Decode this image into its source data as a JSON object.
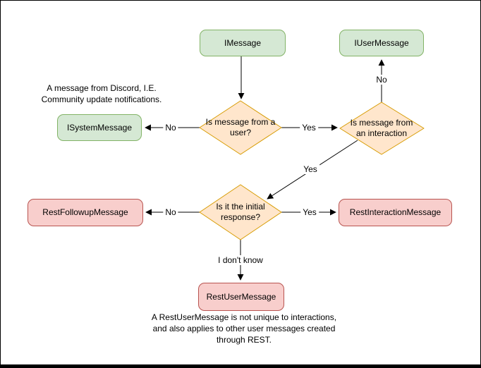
{
  "colors": {
    "green_fill": "#d5e8d4",
    "green_stroke": "#82b366",
    "orange_fill": "#ffe6cc",
    "orange_stroke": "#d79b00",
    "red_fill": "#f8cecc",
    "red_stroke": "#b85450",
    "edge_color": "#000000",
    "canvas_bg": "#ffffff",
    "canvas_border": "#000000"
  },
  "nodes": {
    "imessage": {
      "label": "IMessage"
    },
    "iusermessage": {
      "label": "IUserMessage"
    },
    "isystemmessage": {
      "label": "ISystemMessage"
    },
    "decision_from_user": {
      "label": "Is message from a user?"
    },
    "decision_from_interaction": {
      "label": "Is message from an interaction"
    },
    "decision_initial_response": {
      "label": "Is it the initial response?"
    },
    "restfollowupmessage": {
      "label": "RestFollowupMessage"
    },
    "restinteractionmessage": {
      "label": "RestInteractionMessage"
    },
    "restusermessage": {
      "label": "RestUserMessage"
    }
  },
  "edge_labels": {
    "from_user_no": "No",
    "from_user_yes": "Yes",
    "interaction_no": "No",
    "interaction_yes": "Yes",
    "initial_no": "No",
    "initial_yes": "Yes",
    "initial_unknown": "I don't know"
  },
  "annotations": {
    "system_note_lines": [
      "A message from Discord, I.E.",
      "Community update notifications."
    ],
    "rest_note_lines": [
      "A RestUserMessage is not unique to interactions,",
      "and also applies to other user messages created",
      "through REST."
    ]
  }
}
